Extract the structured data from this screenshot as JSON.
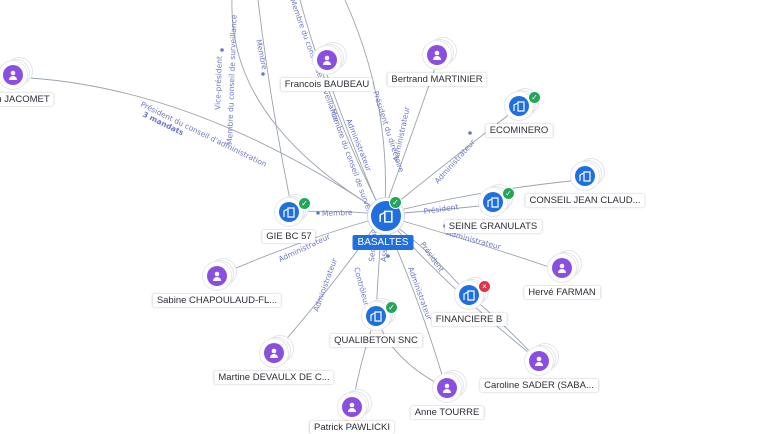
{
  "center": {
    "label": "BASALTES",
    "status": "ok"
  },
  "nodes": [
    {
      "id": "jacomet",
      "label": "n JACOMET",
      "kind": "person",
      "status": ""
    },
    {
      "id": "baubeau",
      "label": "Francois BAUBEAU",
      "kind": "person",
      "status": ""
    },
    {
      "id": "martinier",
      "label": "Bertrand MARTINIER",
      "kind": "person",
      "status": ""
    },
    {
      "id": "ecominero",
      "label": "ECOMINERO",
      "kind": "company",
      "status": "ok"
    },
    {
      "id": "conseil",
      "label": "CONSEIL JEAN CLAUD...",
      "kind": "company",
      "status": ""
    },
    {
      "id": "seine",
      "label": "SEINE GRANULATS",
      "kind": "company",
      "status": "ok"
    },
    {
      "id": "gie",
      "label": "GIE BC 57",
      "kind": "company",
      "status": "ok"
    },
    {
      "id": "farman",
      "label": "Hervé FARMAN",
      "kind": "person",
      "status": ""
    },
    {
      "id": "sabine",
      "label": "Sabine CHAPOULAUD-FL...",
      "kind": "person",
      "status": ""
    },
    {
      "id": "financiere",
      "label": "FINANCIERE B",
      "kind": "company",
      "status": "no"
    },
    {
      "id": "qualibeton",
      "label": "QUALIBETON SNC",
      "kind": "company",
      "status": "ok"
    },
    {
      "id": "martine",
      "label": "Martine DEVAULX DE C...",
      "kind": "person",
      "status": ""
    },
    {
      "id": "sader",
      "label": "Caroline SADER (SABA...",
      "kind": "person",
      "status": ""
    },
    {
      "id": "tourre",
      "label": "Anne TOURRE",
      "kind": "person",
      "status": ""
    },
    {
      "id": "pawlicki",
      "label": "Patrick PAWLICKI",
      "kind": "person",
      "status": ""
    }
  ],
  "edges": [
    {
      "label": "Président du conseil d'administration"
    },
    {
      "label": "3 mandats"
    },
    {
      "label": "Vice-président"
    },
    {
      "label": "Membre du conseil de surveillance"
    },
    {
      "label": "Membre"
    },
    {
      "label": "Membre du conseil de surveillance"
    },
    {
      "label": "Membre du conseil de surveillance"
    },
    {
      "label": "Administrateur"
    },
    {
      "label": "Président du directoire"
    },
    {
      "label": "Administrateur"
    },
    {
      "label": "Président"
    },
    {
      "label": "Administrateur"
    },
    {
      "label": "Membre"
    },
    {
      "label": "Administrateur"
    },
    {
      "label": "Administrateur"
    },
    {
      "label": "Président"
    },
    {
      "label": "Administrateur"
    },
    {
      "label": "Contrôleur"
    },
    {
      "label": "Secrétaire"
    },
    {
      "label": "Associé"
    },
    {
      "label": "Administrateur"
    }
  ]
}
